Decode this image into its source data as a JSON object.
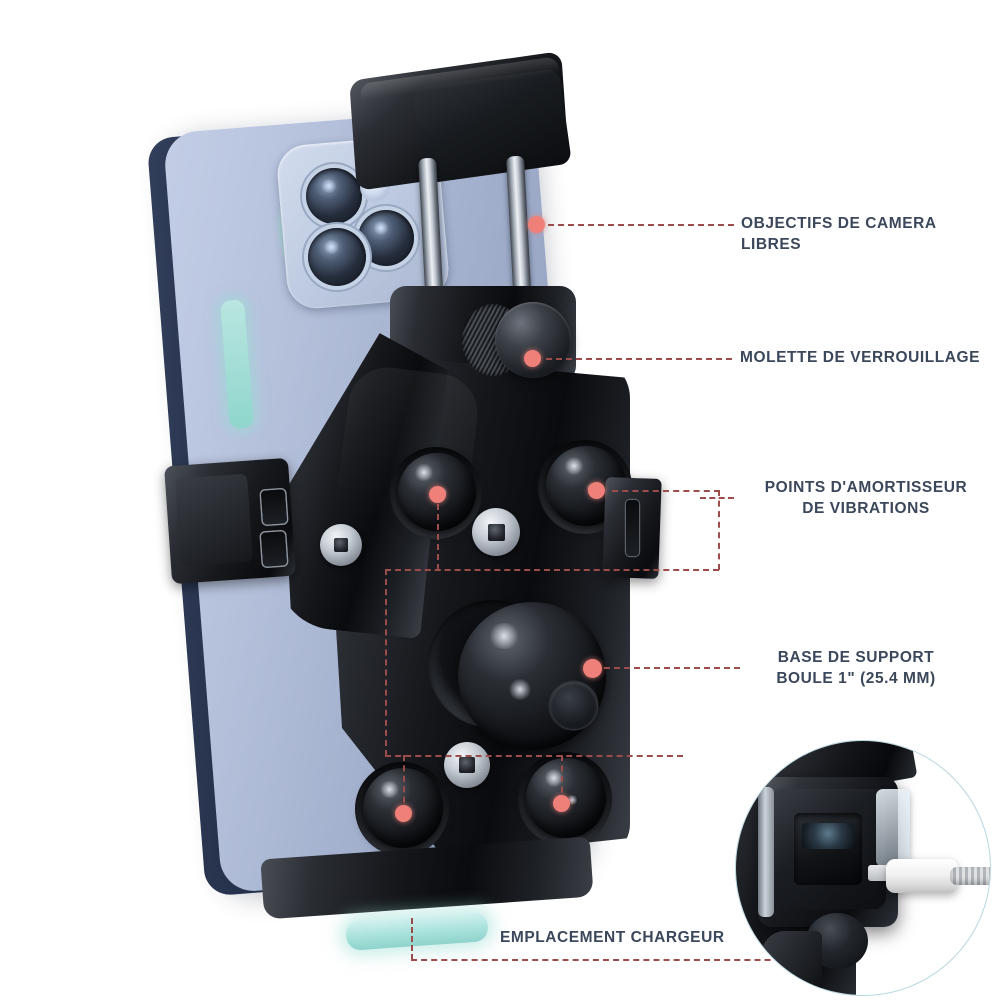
{
  "page": {
    "title": "Support telephone moto - schema des caracteristiques",
    "background_color": "#ffffff",
    "label_color": "#3b475a",
    "leader_color": "#9c4c4a",
    "dot_color": "#ef7f79",
    "inset_border_color": "#b7d6e0"
  },
  "callouts": [
    {
      "id": "camera",
      "label": "OBJECTIFS DE CAMERA LIBRES",
      "align": "left"
    },
    {
      "id": "locking-wheel",
      "label": "MOLETTE DE VERROUILLAGE",
      "align": "left"
    },
    {
      "id": "vibration-dampers",
      "label": "POINTS D'AMORTISSEUR\nDE VIBRATIONS",
      "align": "center"
    },
    {
      "id": "ball-base",
      "label": "BASE DE SUPPORT\nBOULE 1\" (25.4 MM)",
      "align": "center"
    },
    {
      "id": "charger-slot",
      "label": "EMPLACEMENT CHARGEUR",
      "align": "left"
    }
  ],
  "product": {
    "phone_color": "#b4c0da",
    "phone_edge_color": "#26304a",
    "camera_glow_color": "#a8e4d6",
    "mount_color": "#14161a",
    "chrome_color": "#eef1f5",
    "charge_slot_glow_color": "#a9e2dc",
    "parts": [
      "phone",
      "camera-module",
      "top-clamp",
      "chrome-rods",
      "locking-knob",
      "damper-balls",
      "ball-mount",
      "hex-screws",
      "side-grips",
      "charging-slot"
    ]
  },
  "inset": {
    "name": "charging-port-closeup",
    "contents": [
      "charging-port",
      "usb-cable",
      "cable-cord"
    ]
  }
}
